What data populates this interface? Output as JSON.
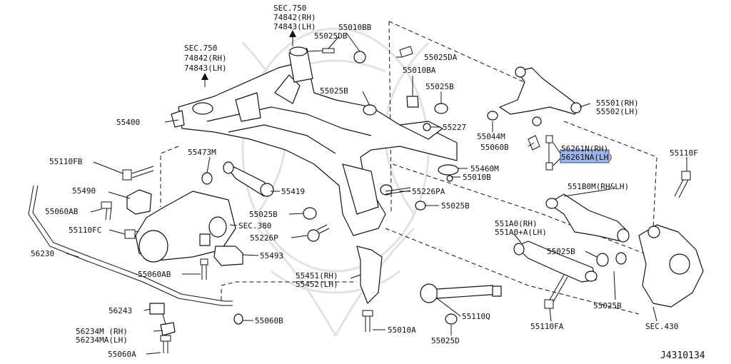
{
  "diagram_id": "J4310134",
  "highlighted_part": "56261NA(LH)",
  "colors": {
    "ink": "#111111",
    "highlight": "#9ab4e8",
    "watermark": "#dcdcdc"
  },
  "labels": [
    {
      "id": "sec750-top",
      "lines": [
        "SEC.750",
        "74842(RH)",
        "74843(LH)"
      ]
    },
    {
      "id": "sec750-left",
      "lines": [
        "SEC.750",
        "74842(RH)",
        "74843(LH)"
      ]
    },
    {
      "id": "p55010BB",
      "lines": [
        "55010BB"
      ]
    },
    {
      "id": "p55025DB",
      "lines": [
        "55025DB"
      ]
    },
    {
      "id": "p55025DA",
      "lines": [
        "55025DA"
      ]
    },
    {
      "id": "p55010BA",
      "lines": [
        "55010BA"
      ]
    },
    {
      "id": "p55025B-a",
      "lines": [
        "55025B"
      ]
    },
    {
      "id": "p55025B-b",
      "lines": [
        "55025B"
      ]
    },
    {
      "id": "p55501",
      "lines": [
        "55501(RH)",
        "55502(LH)"
      ]
    },
    {
      "id": "p55400",
      "lines": [
        "55400"
      ]
    },
    {
      "id": "p55227",
      "lines": [
        "55227"
      ]
    },
    {
      "id": "p55044M",
      "lines": [
        "55044M"
      ]
    },
    {
      "id": "p55060B",
      "lines": [
        "55060B"
      ]
    },
    {
      "id": "p56261N",
      "lines": [
        "56261N(RH)",
        "56261NA(LH)"
      ]
    },
    {
      "id": "p55110F",
      "lines": [
        "55110F"
      ]
    },
    {
      "id": "p55110FB",
      "lines": [
        "55110FB"
      ]
    },
    {
      "id": "p55473M",
      "lines": [
        "55473M"
      ]
    },
    {
      "id": "p55460M",
      "lines": [
        "55460M"
      ]
    },
    {
      "id": "p55010B",
      "lines": [
        "55010B"
      ]
    },
    {
      "id": "p55490",
      "lines": [
        "55490"
      ]
    },
    {
      "id": "p55419",
      "lines": [
        "55419"
      ]
    },
    {
      "id": "p55226PA",
      "lines": [
        "55226PA"
      ]
    },
    {
      "id": "p551B0M",
      "lines": [
        "551B0M(RH&LH)"
      ]
    },
    {
      "id": "p55060AB-a",
      "lines": [
        "55060AB"
      ]
    },
    {
      "id": "p55025B-c",
      "lines": [
        "55025B"
      ]
    },
    {
      "id": "p55025B-d",
      "lines": [
        "55025B"
      ]
    },
    {
      "id": "p55110FC",
      "lines": [
        "55110FC"
      ]
    },
    {
      "id": "sec380",
      "lines": [
        "SEC.380"
      ]
    },
    {
      "id": "p551A0",
      "lines": [
        "551A0(RH)",
        "551A0+A(LH)"
      ]
    },
    {
      "id": "p55226P",
      "lines": [
        "55226P"
      ]
    },
    {
      "id": "p56230",
      "lines": [
        "56230"
      ]
    },
    {
      "id": "p55025B-e",
      "lines": [
        "55025B"
      ]
    },
    {
      "id": "p55493",
      "lines": [
        "55493"
      ]
    },
    {
      "id": "p55060AB-b",
      "lines": [
        "55060AB"
      ]
    },
    {
      "id": "p55451",
      "lines": [
        "55451(RH)",
        "55452(LH)"
      ]
    },
    {
      "id": "p55025B-f",
      "lines": [
        "55025B"
      ]
    },
    {
      "id": "p56243",
      "lines": [
        "56243"
      ]
    },
    {
      "id": "p55060B-b",
      "lines": [
        "55060B"
      ]
    },
    {
      "id": "p55110Q",
      "lines": [
        "55110Q"
      ]
    },
    {
      "id": "p56234M",
      "lines": [
        "56234M (RH)",
        "56234MA(LH)"
      ]
    },
    {
      "id": "p55010A",
      "lines": [
        "55010A"
      ]
    },
    {
      "id": "p55110FA",
      "lines": [
        "55110FA"
      ]
    },
    {
      "id": "sec430",
      "lines": [
        "SEC.430"
      ]
    },
    {
      "id": "p55060A",
      "lines": [
        "55060A"
      ]
    },
    {
      "id": "p55025D",
      "lines": [
        "55025D"
      ]
    }
  ]
}
